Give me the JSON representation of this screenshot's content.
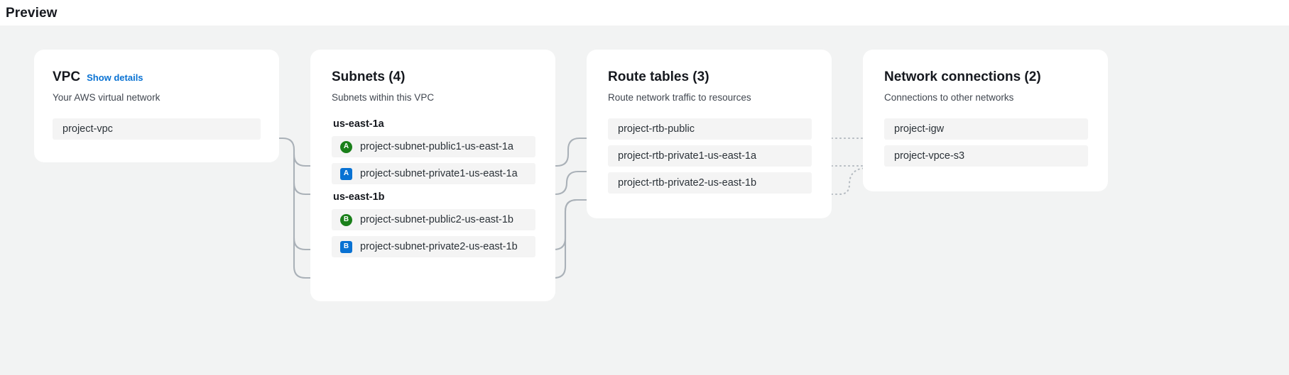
{
  "page": {
    "title": "Preview"
  },
  "colors": {
    "canvas": "#f2f3f3",
    "card": "#ffffff",
    "row": "#f4f4f4",
    "link": "#0972d3",
    "public_badge": "#1a7f1a",
    "private_badge": "#0972d3",
    "connector": "#aab1b8",
    "text": "#16191f"
  },
  "cards": {
    "vpc": {
      "title": "VPC",
      "show_details": "Show details",
      "subtitle": "Your AWS virtual network",
      "rows": [
        {
          "label": "project-vpc"
        }
      ]
    },
    "subnets": {
      "title": "Subnets (4)",
      "subtitle": "Subnets within this VPC",
      "groups": [
        {
          "az": "us-east-1a",
          "rows": [
            {
              "label": "project-subnet-public1-us-east-1a",
              "badge": "A",
              "badge_shape": "circle",
              "type": "public"
            },
            {
              "label": "project-subnet-private1-us-east-1a",
              "badge": "A",
              "badge_shape": "square",
              "type": "private"
            }
          ]
        },
        {
          "az": "us-east-1b",
          "rows": [
            {
              "label": "project-subnet-public2-us-east-1b",
              "badge": "B",
              "badge_shape": "circle",
              "type": "public"
            },
            {
              "label": "project-subnet-private2-us-east-1b",
              "badge": "B",
              "badge_shape": "square",
              "type": "private"
            }
          ]
        }
      ]
    },
    "route_tables": {
      "title": "Route tables (3)",
      "subtitle": "Route network traffic to resources",
      "rows": [
        {
          "label": "project-rtb-public"
        },
        {
          "label": "project-rtb-private1-us-east-1a"
        },
        {
          "label": "project-rtb-private2-us-east-1b"
        }
      ]
    },
    "network_connections": {
      "title": "Network connections (2)",
      "subtitle": "Connections to other networks",
      "rows": [
        {
          "label": "project-igw"
        },
        {
          "label": "project-vpce-s3"
        }
      ]
    }
  }
}
